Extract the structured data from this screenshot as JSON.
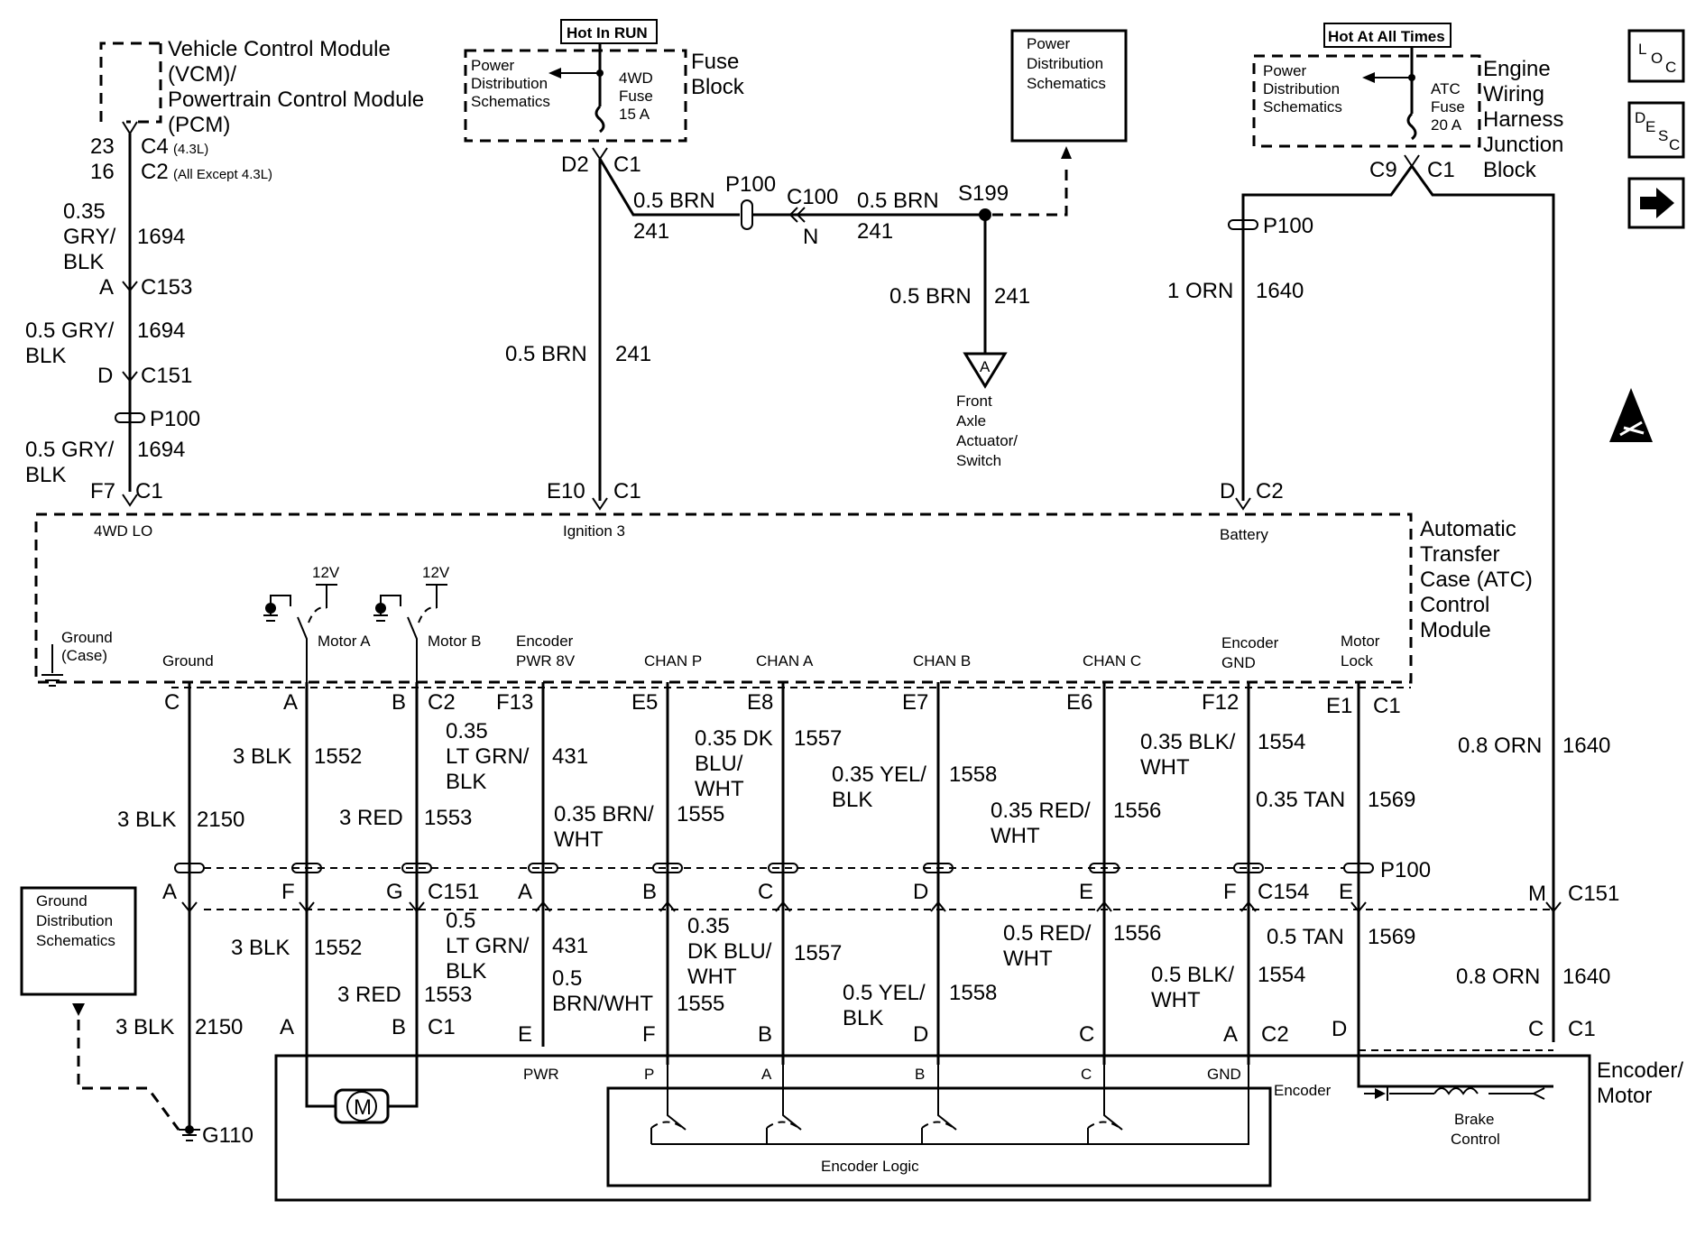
{
  "vcm": {
    "line1": "Vehicle Control Module",
    "line2": "(VCM)/",
    "line3": "Powertrain Control Module",
    "line4": "(PCM)",
    "pin1": "23",
    "conn1": "C4",
    "conn1_note": "(4.3L)",
    "pin2": "16",
    "conn2": "C2",
    "conn2_note": "(All Except 4.3L)",
    "wire1_size": "0.35",
    "wire1_color_a": "GRY/",
    "wire1_color_b": "BLK",
    "wire1_circuit": "1694",
    "c153_pin": "A",
    "c153": "C153",
    "wire2_a": "0.5 GRY/",
    "wire2_b": "BLK",
    "wire2_circuit": "1694",
    "c151_pin": "D",
    "c151": "C151",
    "p100": "P100",
    "wire3_a": "0.5 GRY/",
    "wire3_b": "BLK",
    "wire3_circuit": "1694",
    "atc_pin": "F7",
    "atc_conn": "C1",
    "atc_label": "4WD LO"
  },
  "fuse_block": {
    "hot_label": "Hot In RUN",
    "pd_line1": "Power",
    "pd_line2": "Distribution",
    "pd_line3": "Schematics",
    "fuse_line1": "4WD",
    "fuse_line2": "Fuse",
    "fuse_line3": "15 A",
    "name_line1": "Fuse",
    "name_line2": "Block",
    "pin": "D2",
    "conn": "C1"
  },
  "ign_branch": {
    "wire_a": "0.5 BRN",
    "circuit_a": "241",
    "p100": "P100",
    "c100": "C100",
    "c100_pin": "N",
    "wire_b": "0.5 BRN",
    "circuit_b": "241",
    "splice": "S199",
    "pd_line1": "Power",
    "pd_line2": "Distribution",
    "pd_line3": "Schematics",
    "wire_c": "0.5 BRN",
    "circuit_c": "241",
    "ref": "A",
    "dest_line1": "Front",
    "dest_line2": "Axle",
    "dest_line3": "Actuator/",
    "dest_line4": "Switch",
    "wire_d": "0.5 BRN",
    "circuit_d": "241",
    "atc_pin": "E10",
    "atc_conn": "C1",
    "atc_label": "Ignition 3"
  },
  "engine_block": {
    "hot_label": "Hot At All Times",
    "pd_line1": "Power",
    "pd_line2": "Distribution",
    "pd_line3": "Schematics",
    "fuse_line1": "ATC",
    "fuse_line2": "Fuse",
    "fuse_line3": "20 A",
    "name_line1": "Engine",
    "name_line2": "Wiring",
    "name_line3": "Harness",
    "name_line4": "Junction",
    "name_line5": "Block",
    "pin_left": "C9",
    "pin_right": "C1",
    "p100": "P100",
    "wire_a": "1 ORN",
    "circuit_a": "1640",
    "atc_pin": "D",
    "atc_conn": "C2",
    "atc_label": "Battery"
  },
  "side_icons": {
    "loc_l": "L",
    "loc_o": "O",
    "loc_c": "C",
    "desc_d": "D",
    "desc_e": "E",
    "desc_s": "S",
    "desc_c": "C"
  },
  "atc": {
    "name_line1": "Automatic",
    "name_line2": "Transfer",
    "name_line3": "Case (ATC)",
    "name_line4": "Control",
    "name_line5": "Module",
    "ground_case_a": "Ground",
    "ground_case_b": "(Case)",
    "ground": "Ground",
    "v12_a": "12V",
    "v12_b": "12V",
    "motor_a": "Motor A",
    "motor_b": "Motor B",
    "enc_pwr_a": "Encoder",
    "enc_pwr_b": "PWR 8V",
    "chan_p": "CHAN P",
    "chan_a": "CHAN A",
    "chan_b": "CHAN B",
    "chan_c": "CHAN C",
    "enc_gnd_a": "Encoder",
    "enc_gnd_b": "GND",
    "motor_lock_a": "Motor",
    "motor_lock_b": "Lock"
  },
  "atc_pins": {
    "c": "C",
    "a": "A",
    "b": "B",
    "c2": "C2",
    "f13": "F13",
    "e5": "E5",
    "e8": "E8",
    "e7": "E7",
    "e6": "E6",
    "f12": "F12",
    "e1": "E1",
    "c1": "C1"
  },
  "upper_wires": {
    "w_ground": "3 BLK",
    "c_ground": "2150",
    "w_motor_a": "3 BLK",
    "c_motor_a": "1552",
    "w_motor_b": "3 RED",
    "c_motor_b": "1553",
    "w_pwr_1": "0.35",
    "w_pwr_2": "LT GRN/",
    "w_pwr_3": "BLK",
    "c_pwr": "431",
    "w_chp_1": "0.35 BRN/",
    "w_chp_2": "WHT",
    "c_chp": "1555",
    "w_cha_1": "0.35 DK",
    "w_cha_2": "BLU/",
    "w_cha_3": "WHT",
    "c_cha": "1557",
    "w_chb_1": "0.35 YEL/",
    "w_chb_2": "BLK",
    "c_chb": "1558",
    "w_chc_1": "0.35 RED/",
    "w_chc_2": "WHT",
    "c_chc": "1556",
    "w_gnd_1": "0.35 BLK/",
    "w_gnd_2": "WHT",
    "c_gnd": "1554",
    "w_lock": "0.35 TAN",
    "c_lock": "1569",
    "w_batt": "0.8 ORN",
    "c_batt": "1640"
  },
  "mid_conn": {
    "a": "A",
    "f": "F",
    "g": "G",
    "c151": "C151",
    "a2": "A",
    "b": "B",
    "c": "C",
    "d": "D",
    "e": "E",
    "f2": "F",
    "c154": "C154",
    "e2": "E",
    "p100": "P100",
    "m": "M",
    "c151b": "C151"
  },
  "lower_wires": {
    "w_ground": "3 BLK",
    "c_ground": "2150",
    "w_motor_a": "3 BLK",
    "c_motor_a": "1552",
    "w_motor_b": "3 RED",
    "c_motor_b": "1553",
    "w_pwr_1": "0.5",
    "w_pwr_2": "LT GRN/",
    "w_pwr_3": "BLK",
    "c_pwr": "431",
    "w_chp_1": "0.5",
    "w_chp_2": "BRN/WHT",
    "c_chp": "1555",
    "w_cha_1": "0.35",
    "w_cha_2": "DK BLU/",
    "w_cha_3": "WHT",
    "c_cha": "1557",
    "w_chb_1": "0.5 YEL/",
    "w_chb_2": "BLK",
    "c_chb": "1558",
    "w_chc_1": "0.5 RED/",
    "w_chc_2": "WHT",
    "c_chc": "1556",
    "w_gnd_1": "0.5 BLK/",
    "w_gnd_2": "WHT",
    "c_gnd": "1554",
    "w_lock": "0.5 TAN",
    "c_lock": "1569",
    "w_batt": "0.8 ORN",
    "c_batt": "1640"
  },
  "ground_dist": {
    "line1": "Ground",
    "line2": "Distribution",
    "line3": "Schematics",
    "g110": "G110"
  },
  "encoder_motor": {
    "pin_a": "A",
    "pin_b": "B",
    "conn_c1": "C1",
    "pin_e": "E",
    "pin_f": "F",
    "pin_b2": "B",
    "pin_d": "D",
    "pin_c": "C",
    "pin_a2": "A",
    "conn_c2": "C2",
    "pin_d2": "D",
    "pin_c2": "C",
    "conn_c1b": "C1",
    "name_line1": "Encoder/",
    "name_line2": "Motor",
    "motor": "M",
    "pwr": "PWR",
    "p": "P",
    "a": "A",
    "b": "B",
    "c": "C",
    "gnd": "GND",
    "encoder": "Encoder",
    "encoder_logic": "Encoder Logic",
    "brake_1": "Brake",
    "brake_2": "Control"
  }
}
